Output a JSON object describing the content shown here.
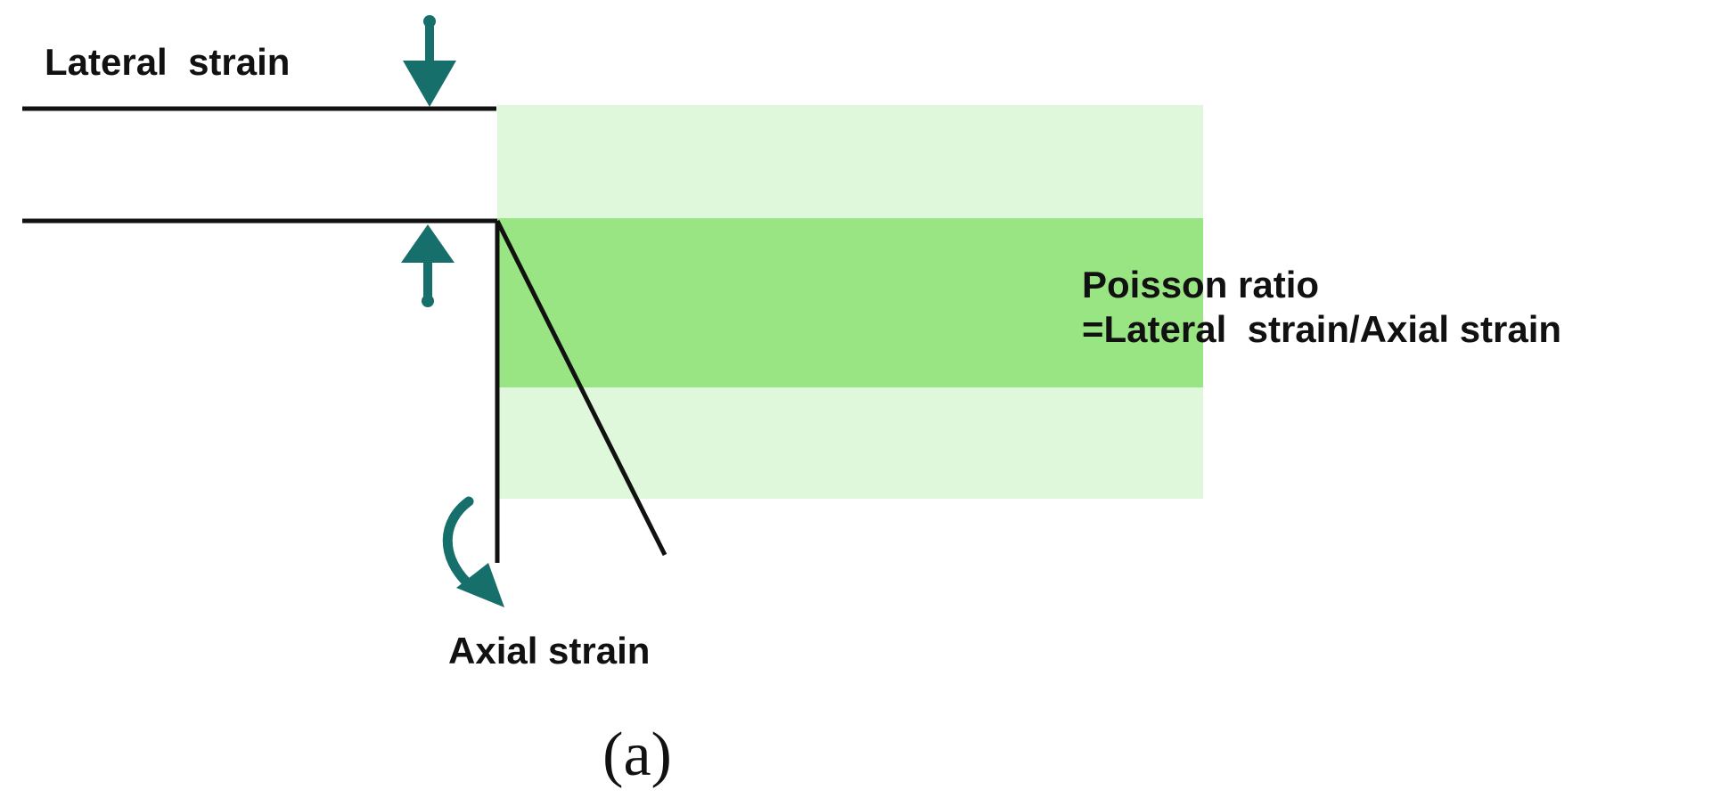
{
  "labels": {
    "lateral_strain": "Lateral  strain",
    "poisson_line1": "Poisson ratio",
    "poisson_line2": "=Lateral  strain/Axial strain",
    "axial_strain": "Axial strain",
    "panel_caption": "(a)"
  },
  "colors": {
    "light_band": "#dff7db",
    "dark_band": "#9ae583",
    "line": "#111111",
    "arrow": "#176f6b"
  }
}
